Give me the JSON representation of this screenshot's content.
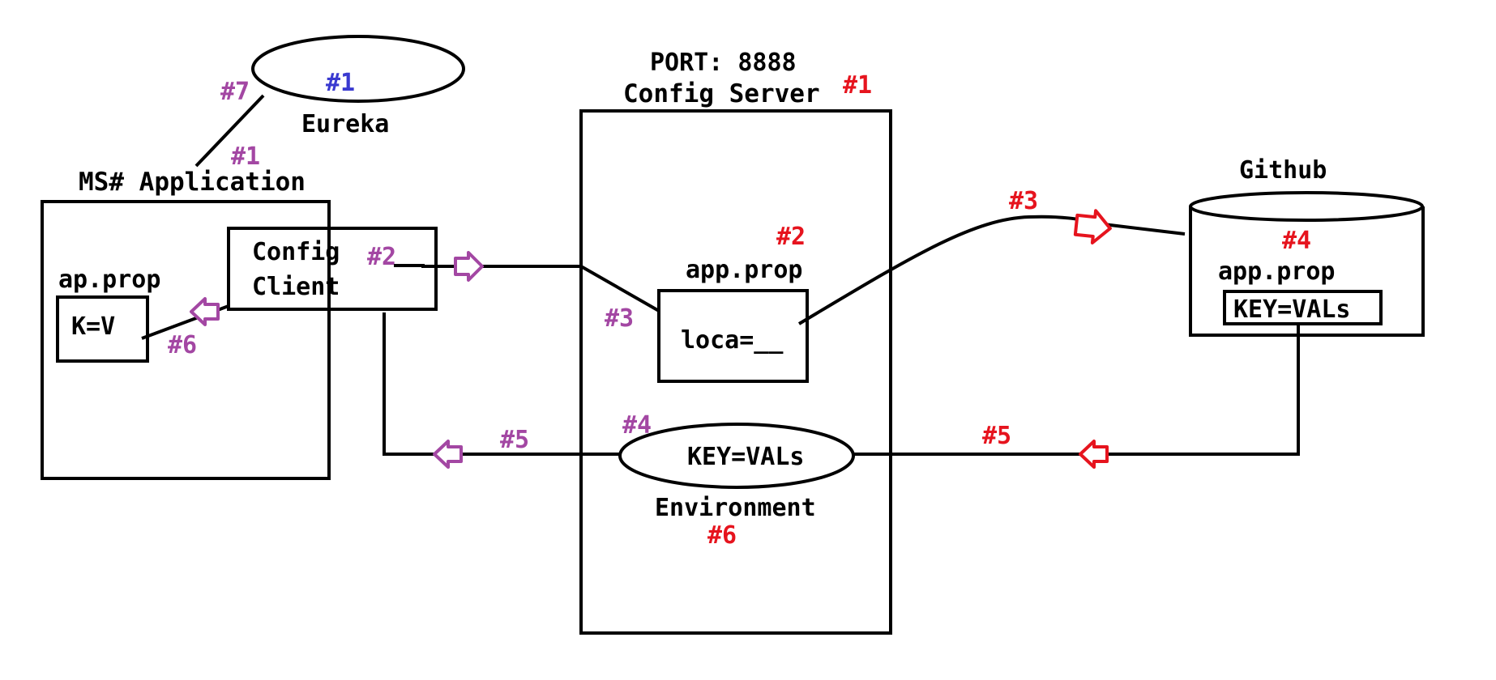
{
  "colors": {
    "ink": "#000000",
    "purple": "#a347a3",
    "red": "#e6141e",
    "blue": "#3a3ad0",
    "background": "#ffffff"
  },
  "eureka": {
    "name": "Eureka",
    "marker": "#1",
    "link_marker": "#7"
  },
  "ms_application": {
    "title": "MS# Application",
    "marker": "#1",
    "local_props": {
      "title": "ap.prop",
      "entry": "K=V"
    },
    "config_client": {
      "line1": "Config",
      "line2": "Client"
    }
  },
  "config_server": {
    "port_label": "PORT: 8888",
    "title": "Config Server",
    "marker": "#1",
    "app_prop": {
      "title": "app.prop",
      "marker": "#2",
      "entry": "loca=__"
    },
    "environment": {
      "name": "Environment",
      "value": "KEY=VALs",
      "marker": "#6"
    }
  },
  "github": {
    "name": "Github",
    "app_prop_title": "app.prop",
    "marker": "#4",
    "entry": "KEY=VALs"
  },
  "flow_labels": {
    "client_to_server": "#2",
    "server_link": "#3",
    "server_to_github": "#3",
    "environment_link": "#4",
    "environment_to_client": "#5",
    "github_to_environment": "#5",
    "client_to_local": "#6"
  }
}
